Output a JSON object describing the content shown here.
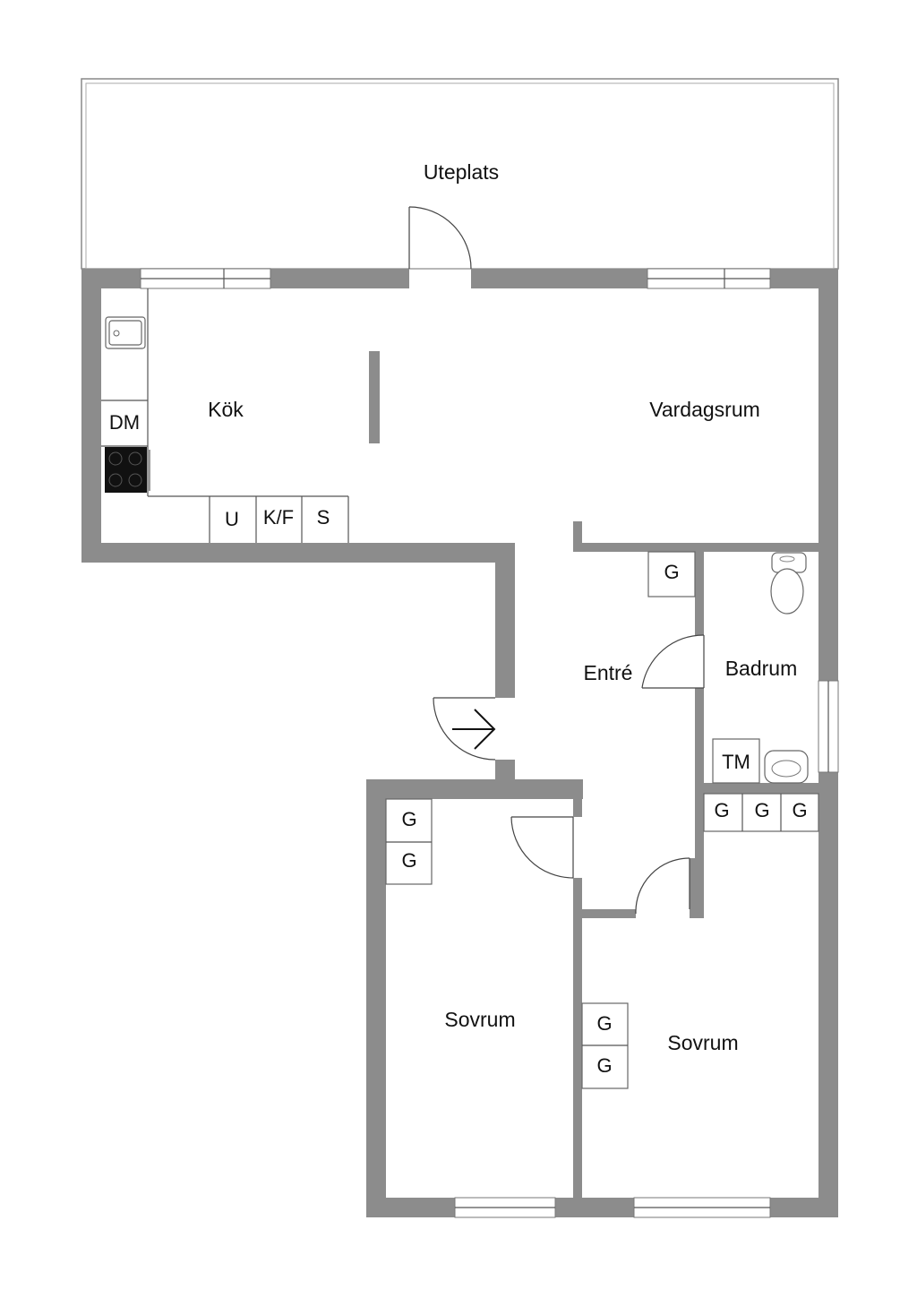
{
  "rooms": {
    "uteplats": "Uteplats",
    "kok": "Kök",
    "vardagsrum": "Vardagsrum",
    "entre": "Entré",
    "badrum": "Badrum",
    "sovrum_1": "Sovrum",
    "sovrum_2": "Sovrum"
  },
  "fixtures": {
    "dishwasher": "DM",
    "oven": "U",
    "fridge_freezer": "K/F",
    "pantry": "S",
    "washing_machine": "TM",
    "wardrobes": {
      "entre": "G",
      "bathroom_row": [
        "G",
        "G",
        "G"
      ],
      "sovrum_1": [
        "G",
        "G"
      ],
      "sovrum_2": [
        "G",
        "G"
      ]
    }
  },
  "colors": {
    "wall": "#8c8c8c",
    "background": "#ffffff"
  }
}
